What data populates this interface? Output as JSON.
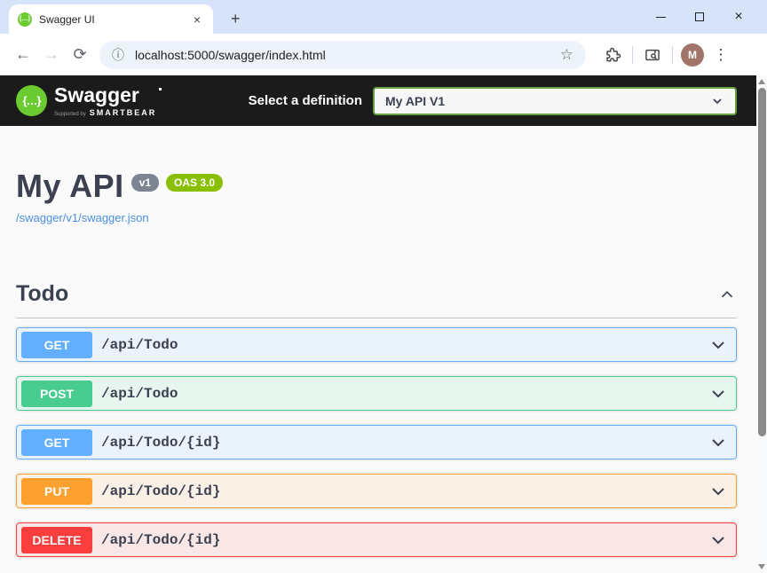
{
  "browser": {
    "tab_title": "Swagger UI",
    "url": "localhost:5000/swagger/index.html",
    "avatar_initial": "M"
  },
  "icons": {
    "back": "←",
    "forward": "→",
    "reload": "⟳",
    "info": "ⓘ",
    "star": "☆",
    "kebab": "⋮",
    "close": "×",
    "tab_close": "×",
    "new_tab": "+",
    "braces": "{…}"
  },
  "topbar": {
    "logo_text": "Swagger",
    "supported_by": "Supported by",
    "brand": "SMARTBEAR",
    "select_label": "Select a definition",
    "selected_definition": "My API V1"
  },
  "api": {
    "title": "My API",
    "version_badge": "v1",
    "oas_badge": "OAS 3.0",
    "spec_link": "/swagger/v1/swagger.json"
  },
  "section": {
    "title": "Todo"
  },
  "endpoints": [
    {
      "method": "GET",
      "path": "/api/Todo"
    },
    {
      "method": "POST",
      "path": "/api/Todo"
    },
    {
      "method": "GET",
      "path": "/api/Todo/{id}"
    },
    {
      "method": "PUT",
      "path": "/api/Todo/{id}"
    },
    {
      "method": "DELETE",
      "path": "/api/Todo/{id}"
    }
  ],
  "colors": {
    "get": "#61affe",
    "post": "#49cc90",
    "put": "#fca130",
    "delete": "#f93e3e",
    "version_badge": "#7d8492",
    "oas_badge": "#89bf04",
    "topbar_bg": "#1b1b1b",
    "logo_green": "#6bcb31",
    "select_border": "#62a03e",
    "link": "#4990e2"
  }
}
